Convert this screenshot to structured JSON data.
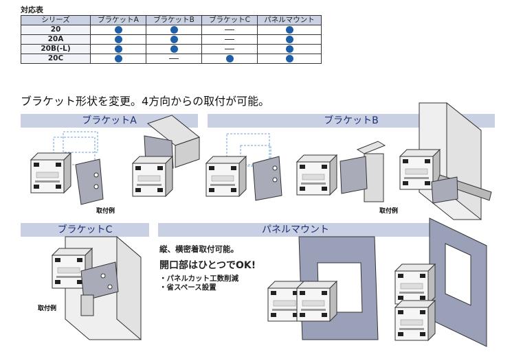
{
  "table": {
    "title": "対応表",
    "headers": [
      "シリーズ",
      "ブラケットA",
      "ブラケットB",
      "ブラケットC",
      "パネルマウント"
    ],
    "rows": [
      {
        "series": "20",
        "cells": [
          "dot",
          "dot",
          "dash",
          "dot"
        ]
      },
      {
        "series": "20A",
        "cells": [
          "dot",
          "dot",
          "dash",
          "dot"
        ]
      },
      {
        "series": "20B(-L)",
        "cells": [
          "dot",
          "dot",
          "dash",
          "dot"
        ]
      },
      {
        "series": "20C",
        "cells": [
          "dot",
          "dash",
          "dot",
          "dot"
        ]
      }
    ]
  },
  "headline": "ブラケット形状を変更。4方向からの取付が可能。",
  "sections": {
    "bracket_a": {
      "title": "ブラケットA",
      "caption": "取付例"
    },
    "bracket_b": {
      "title": "ブラケットB",
      "caption": "取付例"
    },
    "bracket_c": {
      "title": "ブラケットC",
      "caption": "取付例"
    },
    "panel": {
      "title": "パネルマウント",
      "line1": "縦、横密着取付可能。",
      "line2": "開口部はひとつでOK!",
      "bullets": [
        "・パネルカット工数削減",
        "・省スペース設置"
      ]
    }
  },
  "colors": {
    "dot": "#1f5fa8",
    "band": "#c9d0e3",
    "band_text": "#1a2f72",
    "panel_plate": "#9aa0b8"
  }
}
